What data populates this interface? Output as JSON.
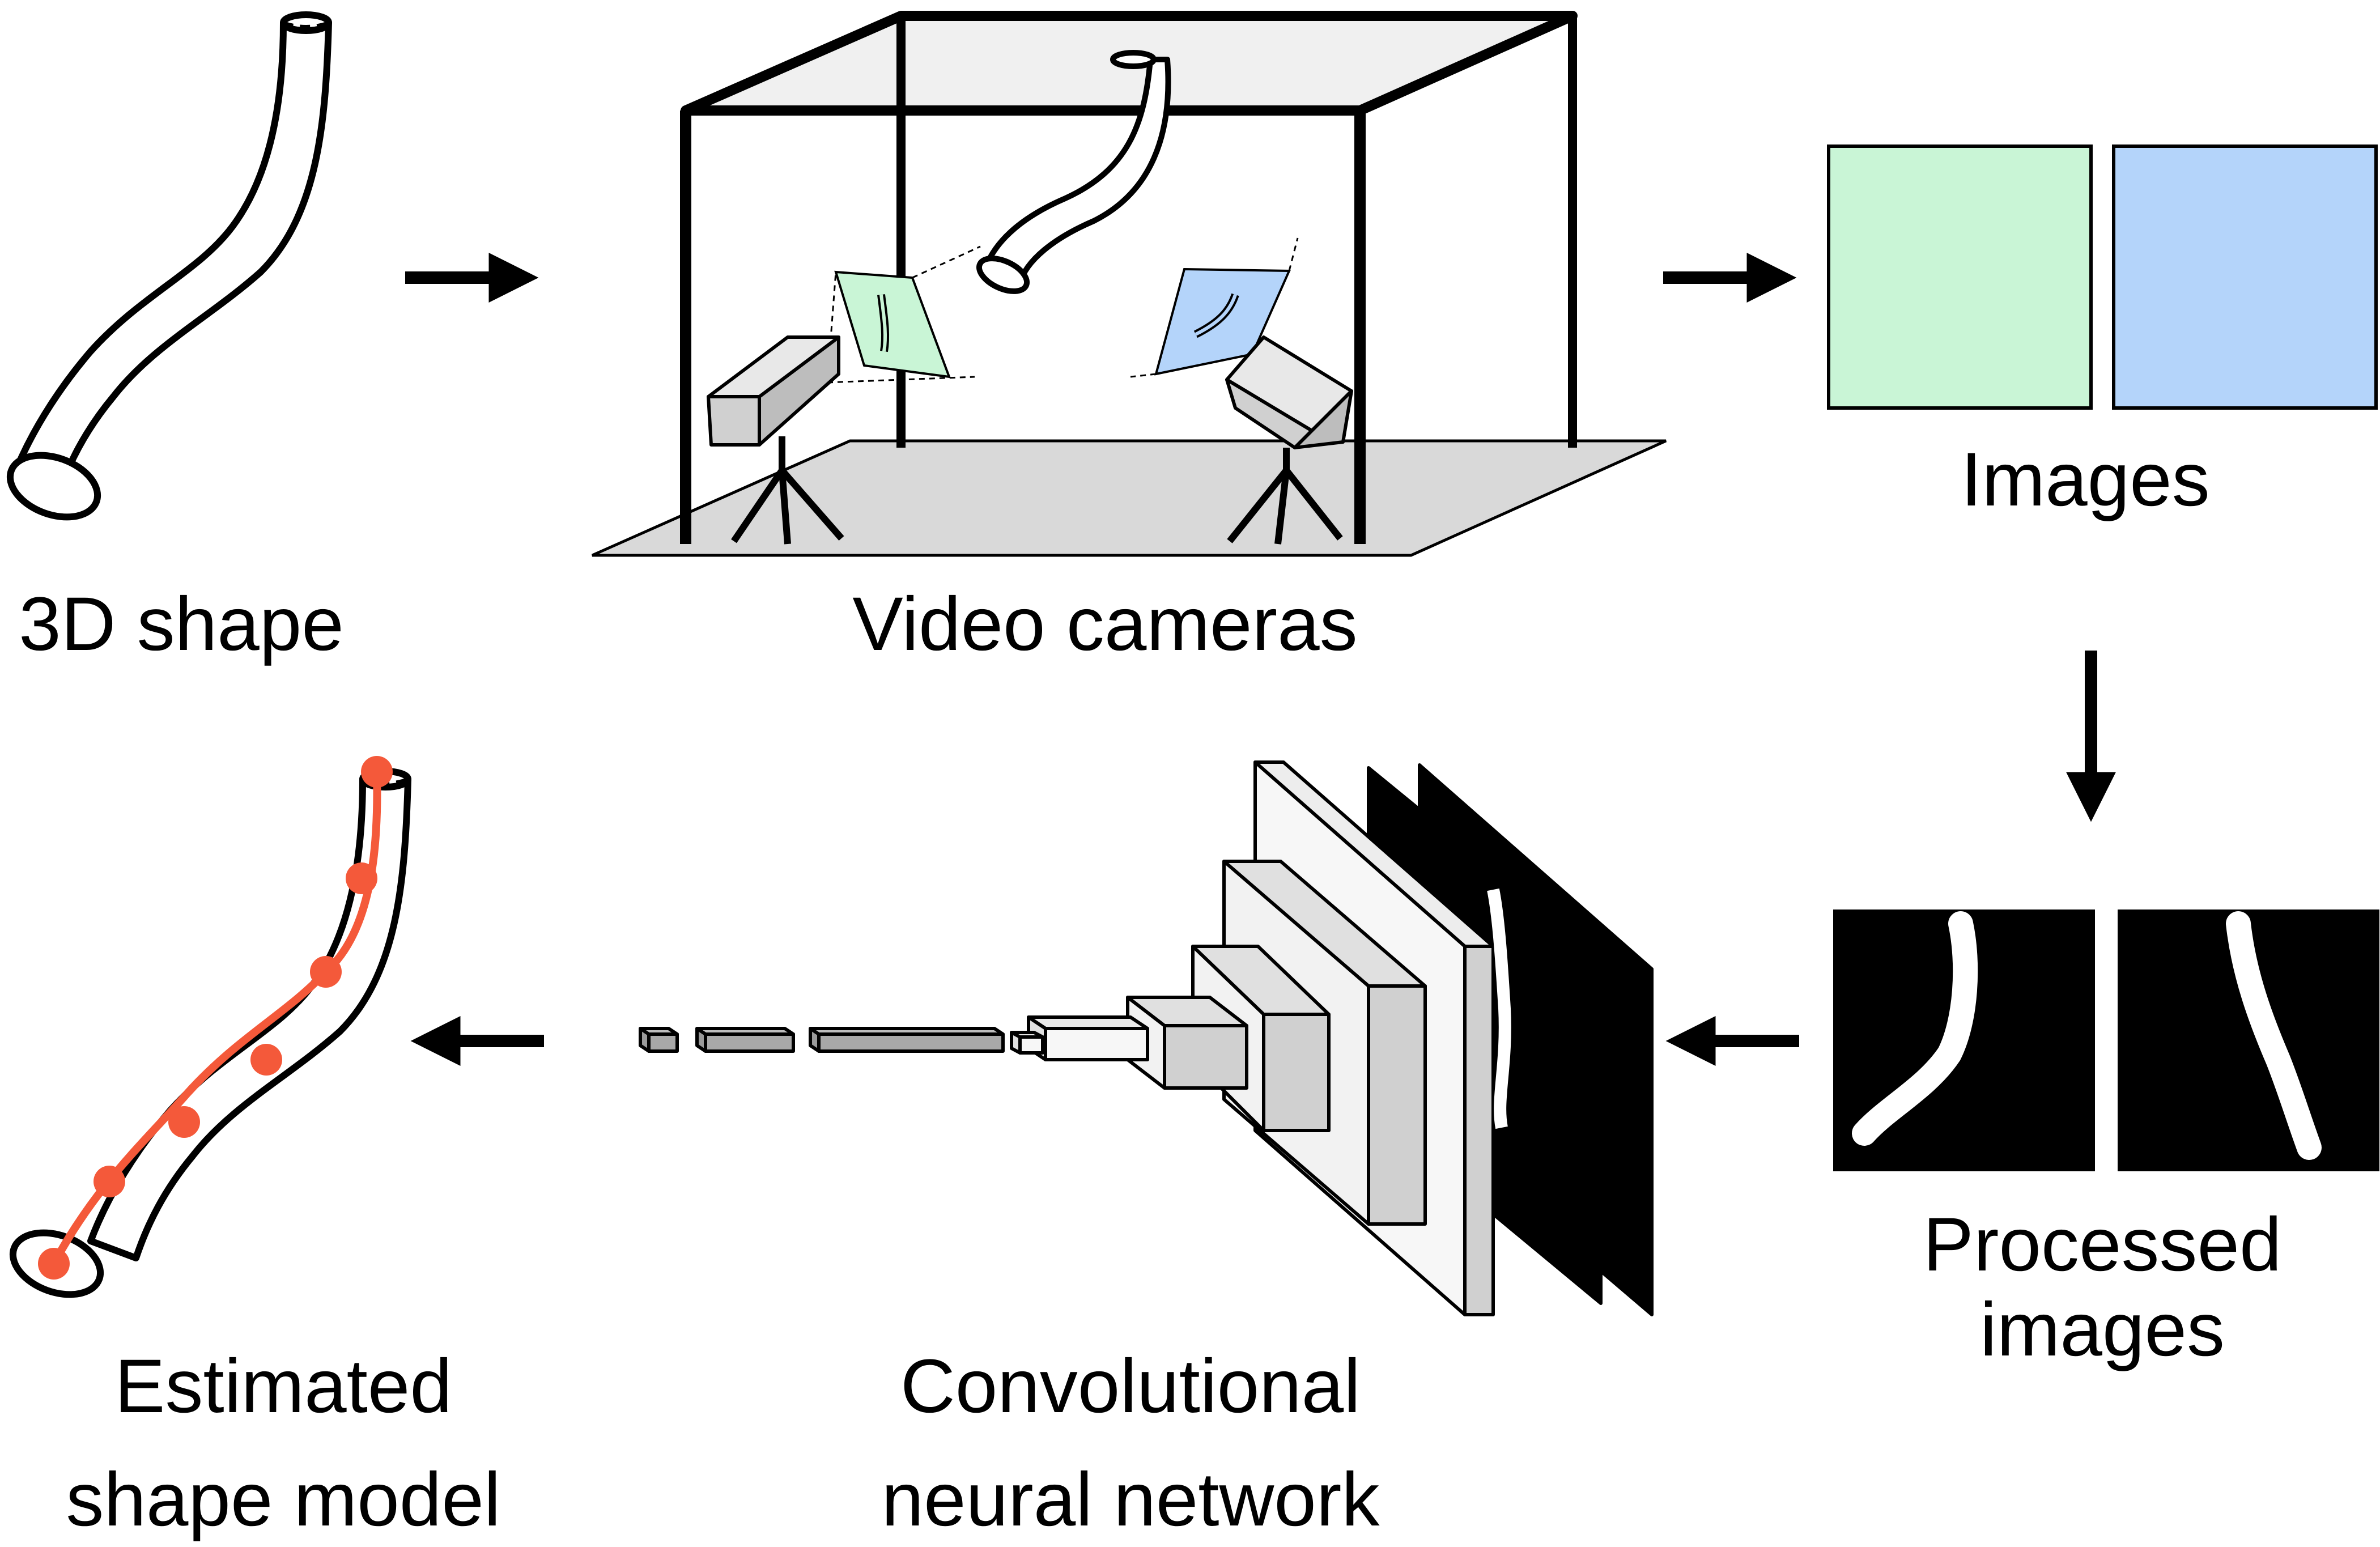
{
  "labels": {
    "shape3d": "3D shape",
    "cameras": "Video cameras",
    "images": "Images",
    "processed_line1": "Processed",
    "processed_line2": "images",
    "cnn_line1": "Convolutional",
    "cnn_line2": "neural network",
    "estimated_line1": "Estimated",
    "estimated_line2": "shape model"
  },
  "colors": {
    "image_green": "#c9f5d6",
    "image_blue": "#b4d4fa",
    "marker_red": "#f4593a",
    "floor_gray": "#d9d9d9",
    "frame_black": "#000000"
  },
  "icons": {
    "arrows": [
      "arrow-right-icon",
      "arrow-right-icon",
      "arrow-down-icon",
      "arrow-left-icon",
      "arrow-left-icon"
    ],
    "tube": "tube-icon",
    "camera": "camera-icon"
  }
}
